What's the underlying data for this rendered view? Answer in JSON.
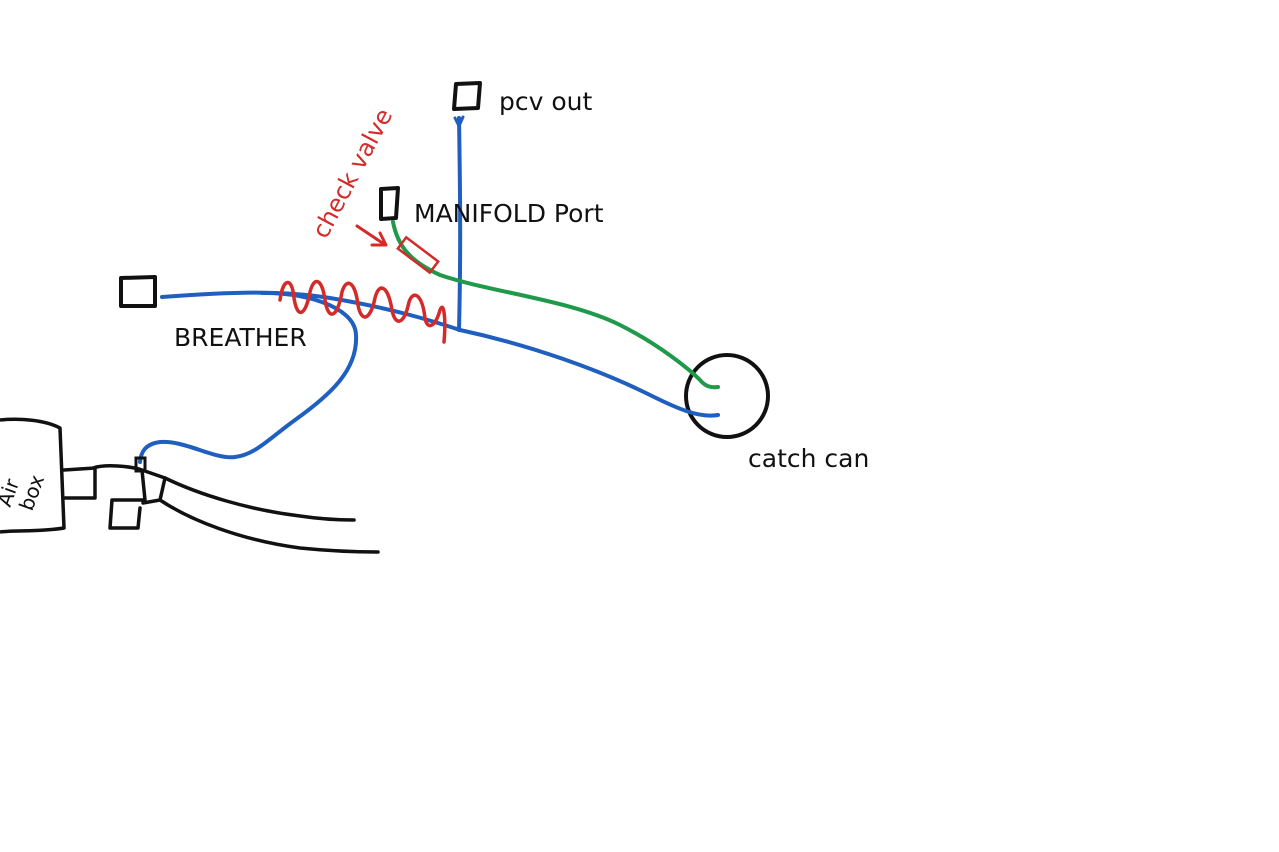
{
  "labels": {
    "pcv_out": "pcv out",
    "manifold_port": "MANIFOLD Port",
    "breather": "BREATHER",
    "catch_can": "catch can",
    "check_valve": "check valve",
    "air_box_line1": "Air",
    "air_box_line2": "box"
  },
  "colors": {
    "ink": "#111111",
    "hose_blue": "#1f5fbf",
    "hose_green": "#1e9a4a",
    "annotation_red": "#d42a2a"
  }
}
